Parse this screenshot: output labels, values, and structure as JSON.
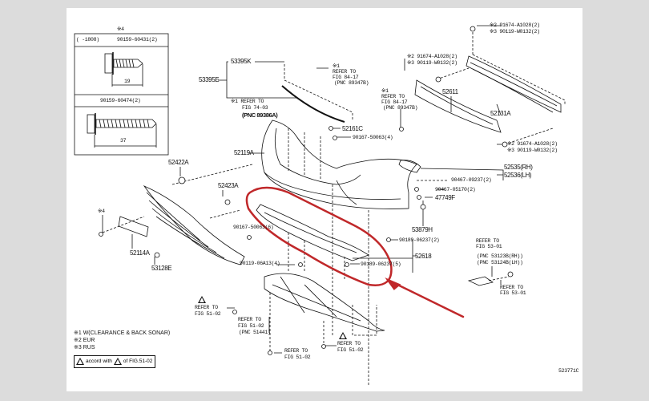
{
  "fastener_box": {
    "note": "※4",
    "row1_range": "(      -1808)",
    "row1_part": "90159-60431(2)",
    "row1_length": "19",
    "row2_part": "90159-60474(2)",
    "row2_length": "37"
  },
  "labels": {
    "p53395K": "53395K",
    "p53395E": "53395E",
    "ref74_note": "※1 REFER TO",
    "ref74_fig": "FIG 74-03",
    "ref74_pnc": "(PNC 89386A)",
    "ref84a_note": "※1",
    "ref84a_refer": "REFER TO",
    "ref84a_fig": "FIG 84-17",
    "ref84a_pnc": "(PNC 89347B)",
    "ref84b_note": "※1",
    "ref84b_refer": "REFER TO",
    "ref84b_fig": "FIG 84-17",
    "ref84b_pnc": "(PNC 89347B)",
    "p52161C": "52161C",
    "p90167_4": "90167-50063(4)",
    "p52119A": "52119A",
    "tr1_a": "※2 91674-A1028(2)",
    "tr1_b": "※3 90119-W0132(2)",
    "tr2_a": "※2 91674-A1028(2)",
    "tr2_b": "※3 90119-W0132(2)",
    "tr3_a": "※2 91674-A1028(2)",
    "tr3_b": "※3 90119-W0132(2)",
    "p52611": "52611",
    "p52131A": "52131A",
    "p52535": "52535(RH)",
    "p52536": "52536(LH)",
    "p90467_09237": "90467-09237(2)",
    "p90467_05170": "90467-05170(2)",
    "p47749F": "47749F",
    "p53879H": "53879H",
    "p90189_2": "90189-06237(2)",
    "p52618": "52618",
    "p90189_5": "90189-06237(5)",
    "p90119_06A13": "90119-06A13(4)",
    "p90167_6": "90167-50063(6)",
    "p52422A": "52422A",
    "p52423A": "52423A",
    "note4": "※4",
    "p52114A": "52114A",
    "p53128E": "53128E",
    "ref53a_refer": "REFER TO",
    "ref53a_fig": "FIG 53-01",
    "ref53a_pnc1": "(PNC 53123B(RH))",
    "ref53a_pnc2": "(PNC 53124B(LH))",
    "ref53b_refer": "REFER TO",
    "ref53b_fig": "FIG 53-01",
    "ref51a_refer": "REFER TO",
    "ref51a_fig": "FIG 51-02",
    "ref51b_refer": "REFER TO",
    "ref51b_fig": "FIG 51-02",
    "ref51b_pnc": "(PNC 51441)",
    "ref51c_refer": "REFER TO",
    "ref51c_fig": "FIG 51-02",
    "ref51d_refer": "REFER TO",
    "ref51d_fig": "FIG 51-02"
  },
  "legend": {
    "note1": "※1 W(CLEARANCE & BACK SONAR)",
    "note2": "※2 EUR",
    "note3": "※3 RUS",
    "accord": "accord with",
    "of_fig": "of FIG.51-02"
  },
  "figure_id": "523771C",
  "colors": {
    "highlight": "#c0282a",
    "background": "#dcdcdc"
  }
}
